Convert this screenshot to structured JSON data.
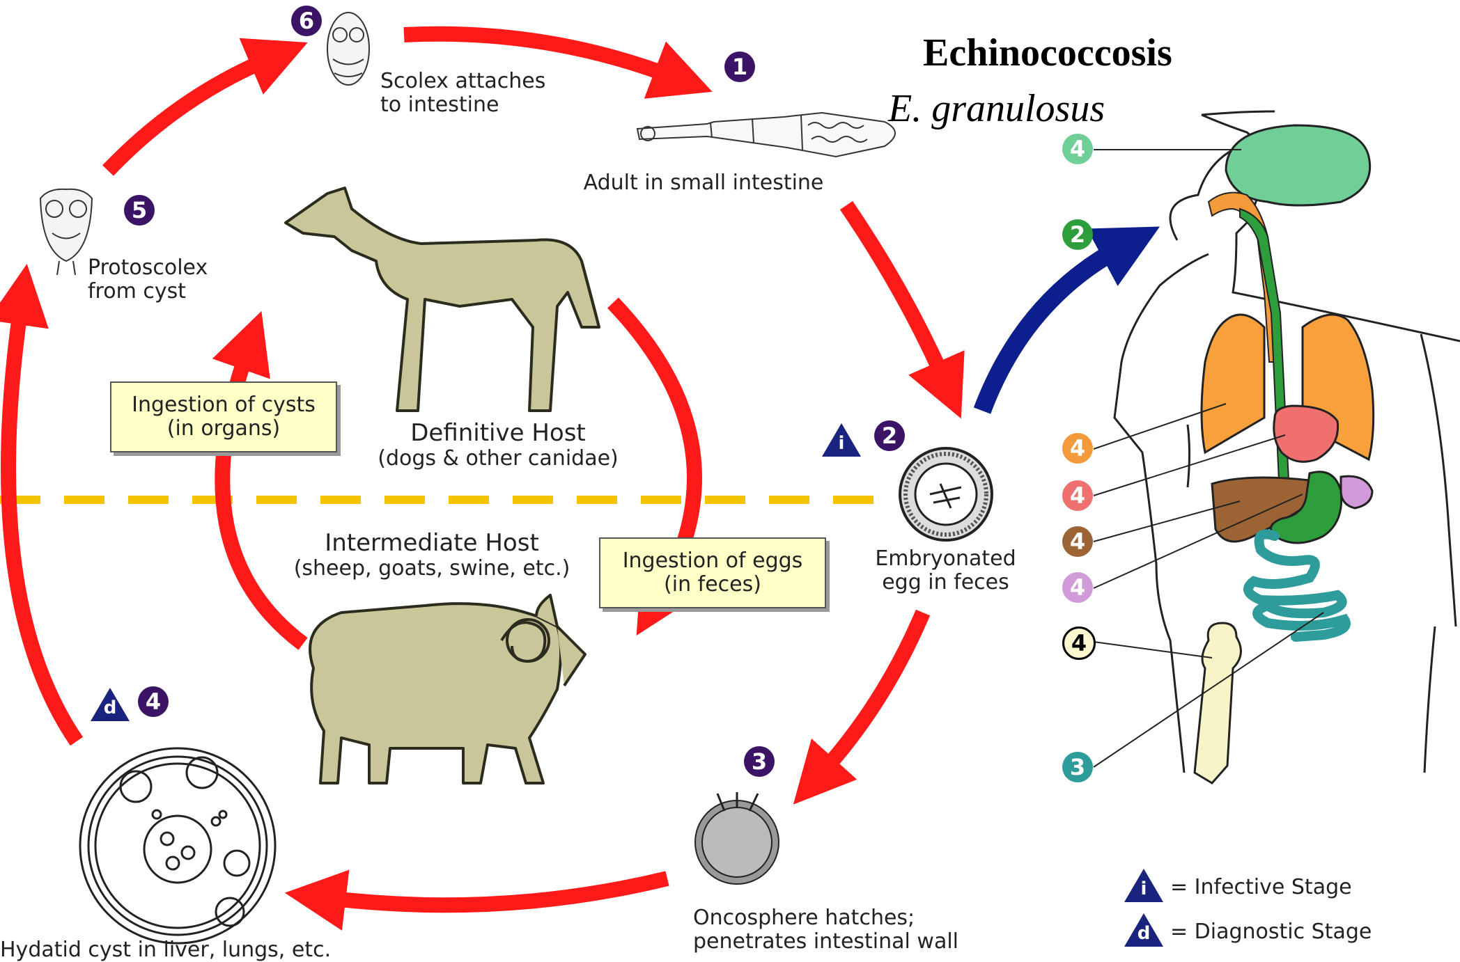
{
  "title": "Echinococcosis",
  "subtitle": "E. granulosus",
  "stages": {
    "s1": {
      "num": "1",
      "label": "Adult in small intestine"
    },
    "s2": {
      "num": "2",
      "label_line1": "Embryonated",
      "label_line2": "egg in feces"
    },
    "s3": {
      "num": "3",
      "label_line1": "Oncosphere hatches;",
      "label_line2": "penetrates intestinal wall"
    },
    "s4": {
      "num": "4",
      "label": "Hydatid cyst in liver, lungs, etc."
    },
    "s5": {
      "num": "5",
      "label_line1": "Protoscolex",
      "label_line2": "from cyst"
    },
    "s6": {
      "num": "6",
      "label_line1": "Scolex attaches",
      "label_line2": "to intestine"
    }
  },
  "hosts": {
    "definitive": {
      "name": "Definitive Host",
      "desc": "(dogs & other canidae)"
    },
    "intermediate": {
      "name": "Intermediate Host",
      "desc": "(sheep, goats, swine, etc.)"
    }
  },
  "boxes": {
    "cysts": {
      "line1": "Ingestion of cysts",
      "line2": "(in organs)"
    },
    "eggs": {
      "line1": "Ingestion of eggs",
      "line2": "(in feces)"
    }
  },
  "legend": {
    "infective_symbol": "i",
    "infective_text": "= Infective Stage",
    "diagnostic_symbol": "d",
    "diagnostic_text": "= Diagnostic Stage"
  },
  "human_badges": [
    {
      "num": "4",
      "color": "#6fcf97"
    },
    {
      "num": "2",
      "color": "#2e9e3c"
    },
    {
      "num": "4",
      "color": "#f39a3b"
    },
    {
      "num": "4",
      "color": "#f07070"
    },
    {
      "num": "4",
      "color": "#9c6434"
    },
    {
      "num": "4",
      "color": "#d19ad8"
    },
    {
      "num": "4",
      "color": "#fdf8d0"
    },
    {
      "num": "3",
      "color": "#2f9c9c"
    }
  ],
  "colors": {
    "arrow": "#ff1a1a",
    "human_arrow": "#0d1f8c",
    "divider": "#f2c500",
    "stage_badge": "#3b1466",
    "animal_fill": "#c9c79a",
    "brain": "#6fcf97",
    "lungs": "#f7a03c",
    "heart": "#f07070",
    "liver": "#9c6434",
    "spleen": "#d19ad8",
    "stomach": "#2e9e3c",
    "intestine": "#2f9c9c",
    "bone": "#f7f4c8"
  }
}
